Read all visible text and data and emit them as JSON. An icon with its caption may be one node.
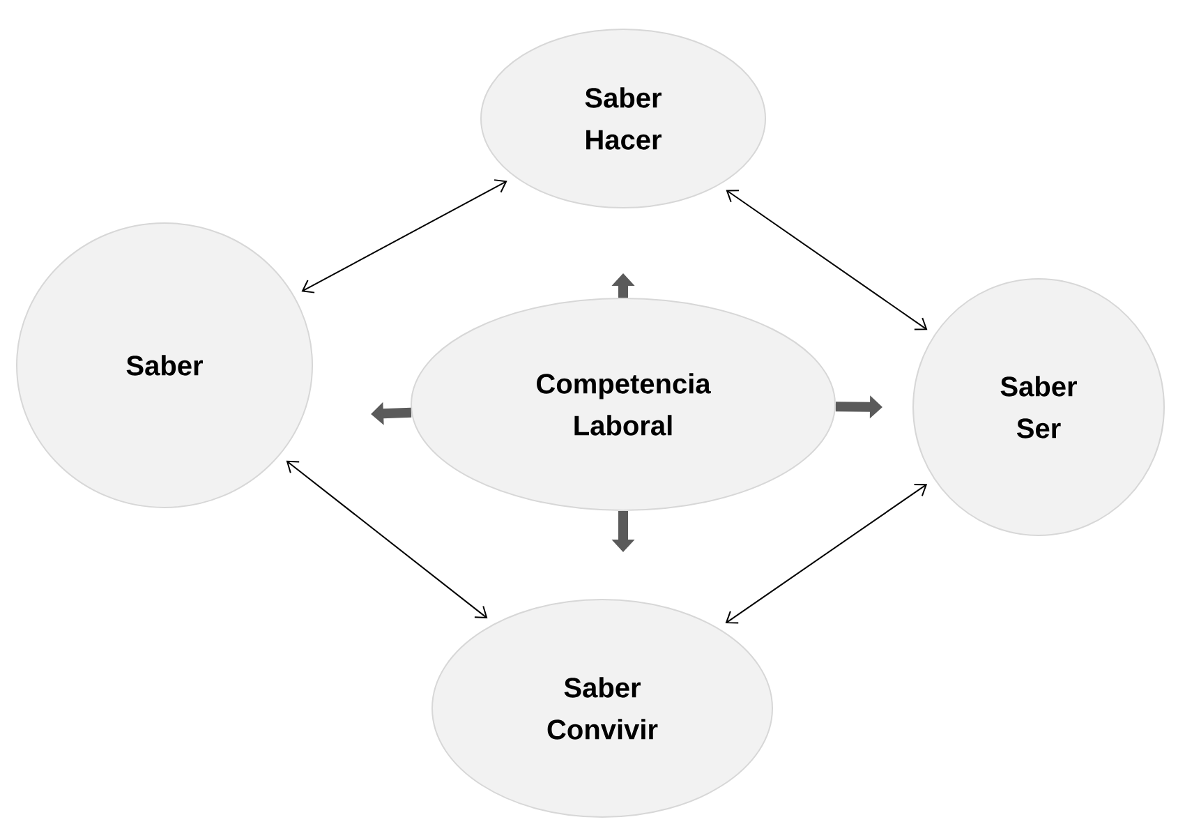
{
  "diagram": {
    "nodes": [
      {
        "text": [
          "Saber Hacer"
        ]
      },
      {
        "text": [
          "Saber"
        ]
      },
      {
        "text": [
          "Competencia Laboral"
        ]
      },
      {
        "text": [
          "Saber Ser"
        ]
      },
      {
        "text": [
          "Saber Convivir"
        ]
      }
    ],
    "edges": [
      {
        "from": 0,
        "to": 1,
        "arrow": "both"
      },
      {
        "from": 0,
        "to": 3,
        "arrow": "both"
      },
      {
        "from": 1,
        "to": 4,
        "arrow": "both"
      },
      {
        "from": 4,
        "to": 3,
        "arrow": "both"
      },
      {
        "from": 2,
        "to": null,
        "arrow": "to",
        "style": "thick",
        "color": "#5a5a5a"
      },
      {
        "from": 2,
        "to": null,
        "arrow": "to",
        "style": "thick",
        "color": "#5a5a5a"
      },
      {
        "from": 2,
        "to": null,
        "arrow": "to",
        "style": "thick",
        "color": "#5a5a5a"
      },
      {
        "from": 2,
        "to": null,
        "arrow": "to",
        "style": "thick",
        "color": "#5a5a5a"
      }
    ]
  }
}
